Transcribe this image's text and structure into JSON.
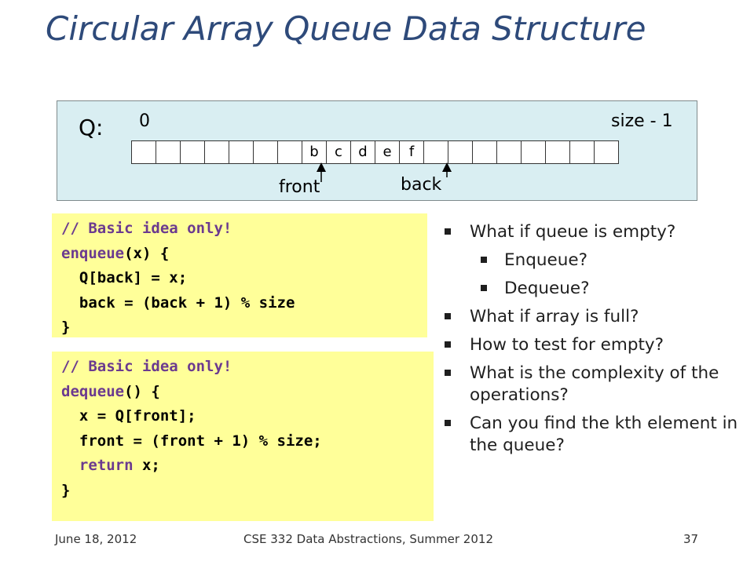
{
  "title": "Circular Array Queue Data Structure",
  "diagram": {
    "queue_label": "Q:",
    "index_start": "0",
    "index_end": "size - 1",
    "cells": [
      "",
      "",
      "",
      "",
      "",
      "",
      "",
      "b",
      "c",
      "d",
      "e",
      "f",
      "",
      "",
      "",
      "",
      "",
      "",
      "",
      ""
    ],
    "front_label": "front",
    "back_label": "back"
  },
  "code_enqueue": {
    "comment": "// Basic idea only!",
    "sig_name": "enqueue",
    "sig_rest": "(x) {",
    "line1": "  Q[back] = x;",
    "line2": "  back = (back + 1) % size",
    "close": "}"
  },
  "code_dequeue": {
    "comment": "// Basic idea only!",
    "sig_name": "dequeue",
    "sig_rest": "() {",
    "line1": "  x = Q[front];",
    "line2": "  front = (front + 1) % size;",
    "ret_kw": "  return",
    "ret_rest": " x;",
    "close": "}"
  },
  "bullets": [
    {
      "text": "What if queue is empty?",
      "level": 1
    },
    {
      "text": "Enqueue?",
      "level": 2
    },
    {
      "text": "Dequeue?",
      "level": 2
    },
    {
      "text": "What if array is full?",
      "level": 1
    },
    {
      "text": "How to test for empty?",
      "level": 1
    },
    {
      "text": "What is the complexity of the operations?",
      "level": 1
    },
    {
      "text": "Can you find the kth element in the queue?",
      "level": 1
    }
  ],
  "footer": {
    "date": "June 18, 2012",
    "course": "CSE 332 Data Abstractions, Summer 2012",
    "page": "37"
  }
}
